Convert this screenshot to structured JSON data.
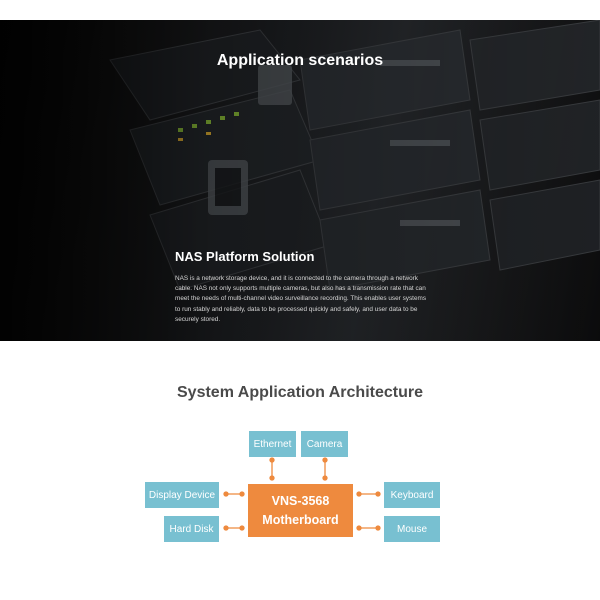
{
  "hero": {
    "title": "Application scenarios",
    "solution_title": "NAS Platform Solution",
    "solution_text": "NAS is a network storage device, and it is connected to the camera through a network cable. NAS not only supports multiple cameras, but also has a transmission rate that can meet the needs of multi-channel video surveillance recording. This enables user systems to run stably and reliably, data to be processed quickly and safely, and user data to be securely stored."
  },
  "architecture": {
    "title": "System Application Architecture",
    "center_line1": "VNS-3568",
    "center_line2": "Motherboard",
    "nodes": {
      "ethernet": "Ethernet",
      "camera": "Camera",
      "display_device": "Display Device",
      "hard_disk": "Hard Disk",
      "keyboard": "Keyboard",
      "mouse": "Mouse"
    },
    "colors": {
      "node": "#78c0d1",
      "center": "#ee8a3e",
      "connector": "#ee8a3e"
    }
  }
}
